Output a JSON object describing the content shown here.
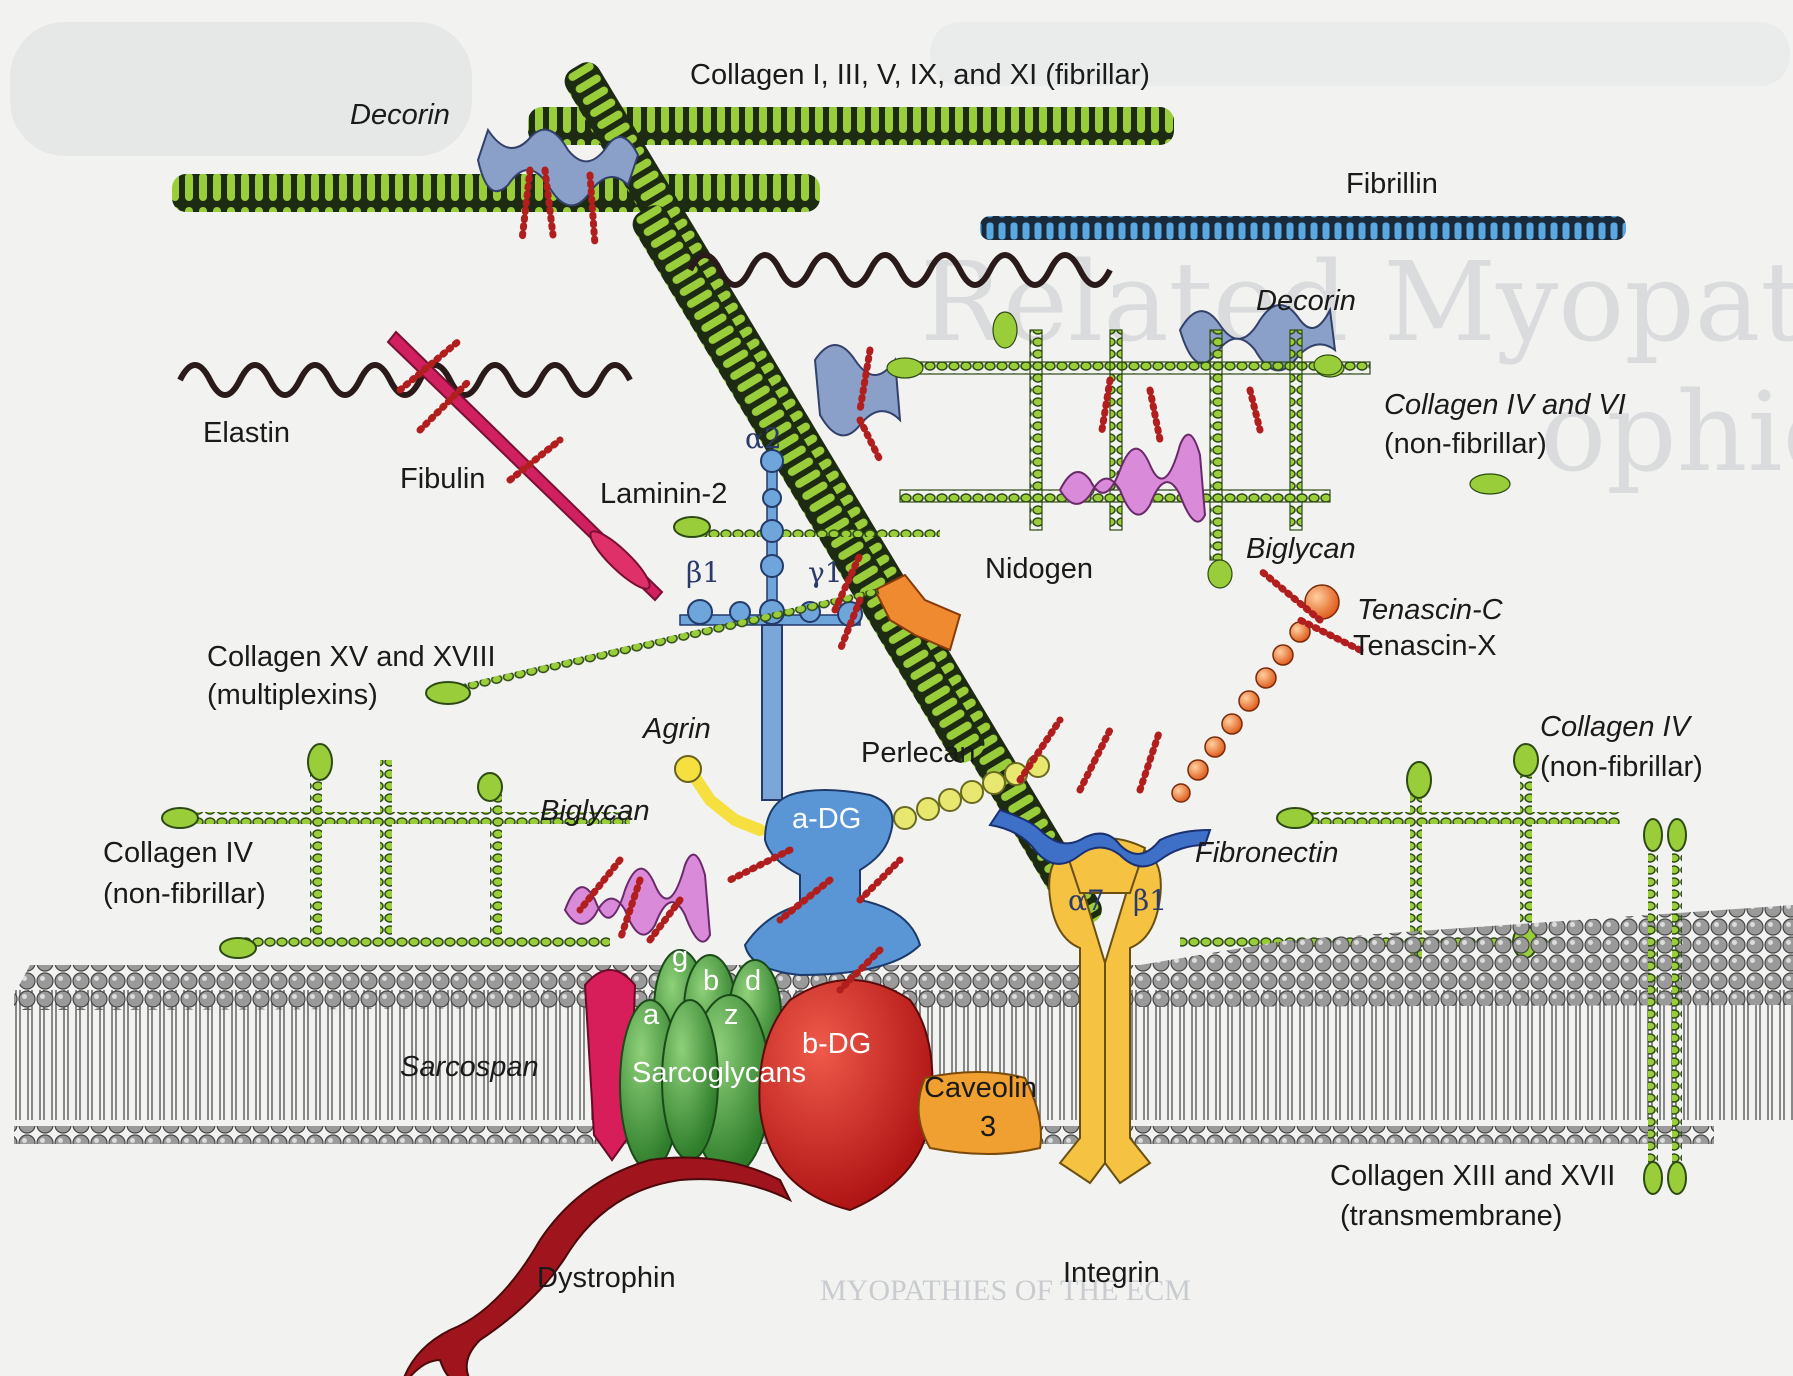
{
  "diagram": {
    "labels": {
      "collagen_fibrillar": "Collagen I, III, V, IX, and XI (fibrillar)",
      "decorin_top": "Decorin",
      "fibrillin": "Fibrillin",
      "decorin_right": "Decorin",
      "collagen_iv_vi_line1": "Collagen IV and VI",
      "collagen_iv_vi_line2": "(non-fibrillar)",
      "elastin": "Elastin",
      "fibulin": "Fibulin",
      "alpha2": "α2",
      "laminin2": "Laminin-2",
      "beta1_laminin": "β1",
      "gamma1": "γ1",
      "nidogen": "Nidogen",
      "biglycan_right": "Biglycan",
      "tenascin_c": "Tenascin-C",
      "tenascin_x": "Tenascin-X",
      "collagen_xv_line1": "Collagen XV and XVIII",
      "collagen_xv_line2": "(multiplexins)",
      "agrin": "Agrin",
      "perlecan": "Perlecan",
      "collagen_iv_right_line1": "Collagen IV",
      "collagen_iv_right_line2": "(non-fibrillar)",
      "biglycan_left": "Biglycan",
      "a_dg": "a-DG",
      "fibronectin": "Fibronectin",
      "collagen_iv_left_line1": "Collagen IV",
      "collagen_iv_left_line2": "(non-fibrillar)",
      "alpha7": "α7",
      "beta1_integrin": "β1",
      "sarcospan": "Sarcospan",
      "sg_g": "g",
      "sg_b": "b",
      "sg_d": "d",
      "sg_a": "a",
      "sg_z": "z",
      "sarcoglycans": "Sarcoglycans",
      "b_dg": "b-DG",
      "caveolin_line1": "Caveolin",
      "caveolin_line2": "3",
      "collagen_xiii_line1": "Collagen XIII and XVII",
      "collagen_xiii_line2": "(transmembrane)",
      "dystrophin": "Dystrophin",
      "integrin": "Integrin"
    },
    "background_page_text": {
      "heading_line1": "Related Myopathies and Muscular",
      "heading_line2": "ophies",
      "heading_bottom": "MYOPATHIES OF THE ECM"
    },
    "colors": {
      "collagen_green": "#9acd3a",
      "fibrillin_blue": "#5aa8e0",
      "laminin_blue": "#6ea6dc",
      "glycan_red": "#b01e1e",
      "sarcoglycan_green": "#3f9a3a",
      "bdg_red": "#d21f1f",
      "caveolin_orange": "#f0a030",
      "integrin_yellow": "#f5c242",
      "biglycan_pink": "#d98ad9",
      "tenascin_orange": "#f08a50",
      "membrane_gray": "#8a8a8a"
    }
  }
}
